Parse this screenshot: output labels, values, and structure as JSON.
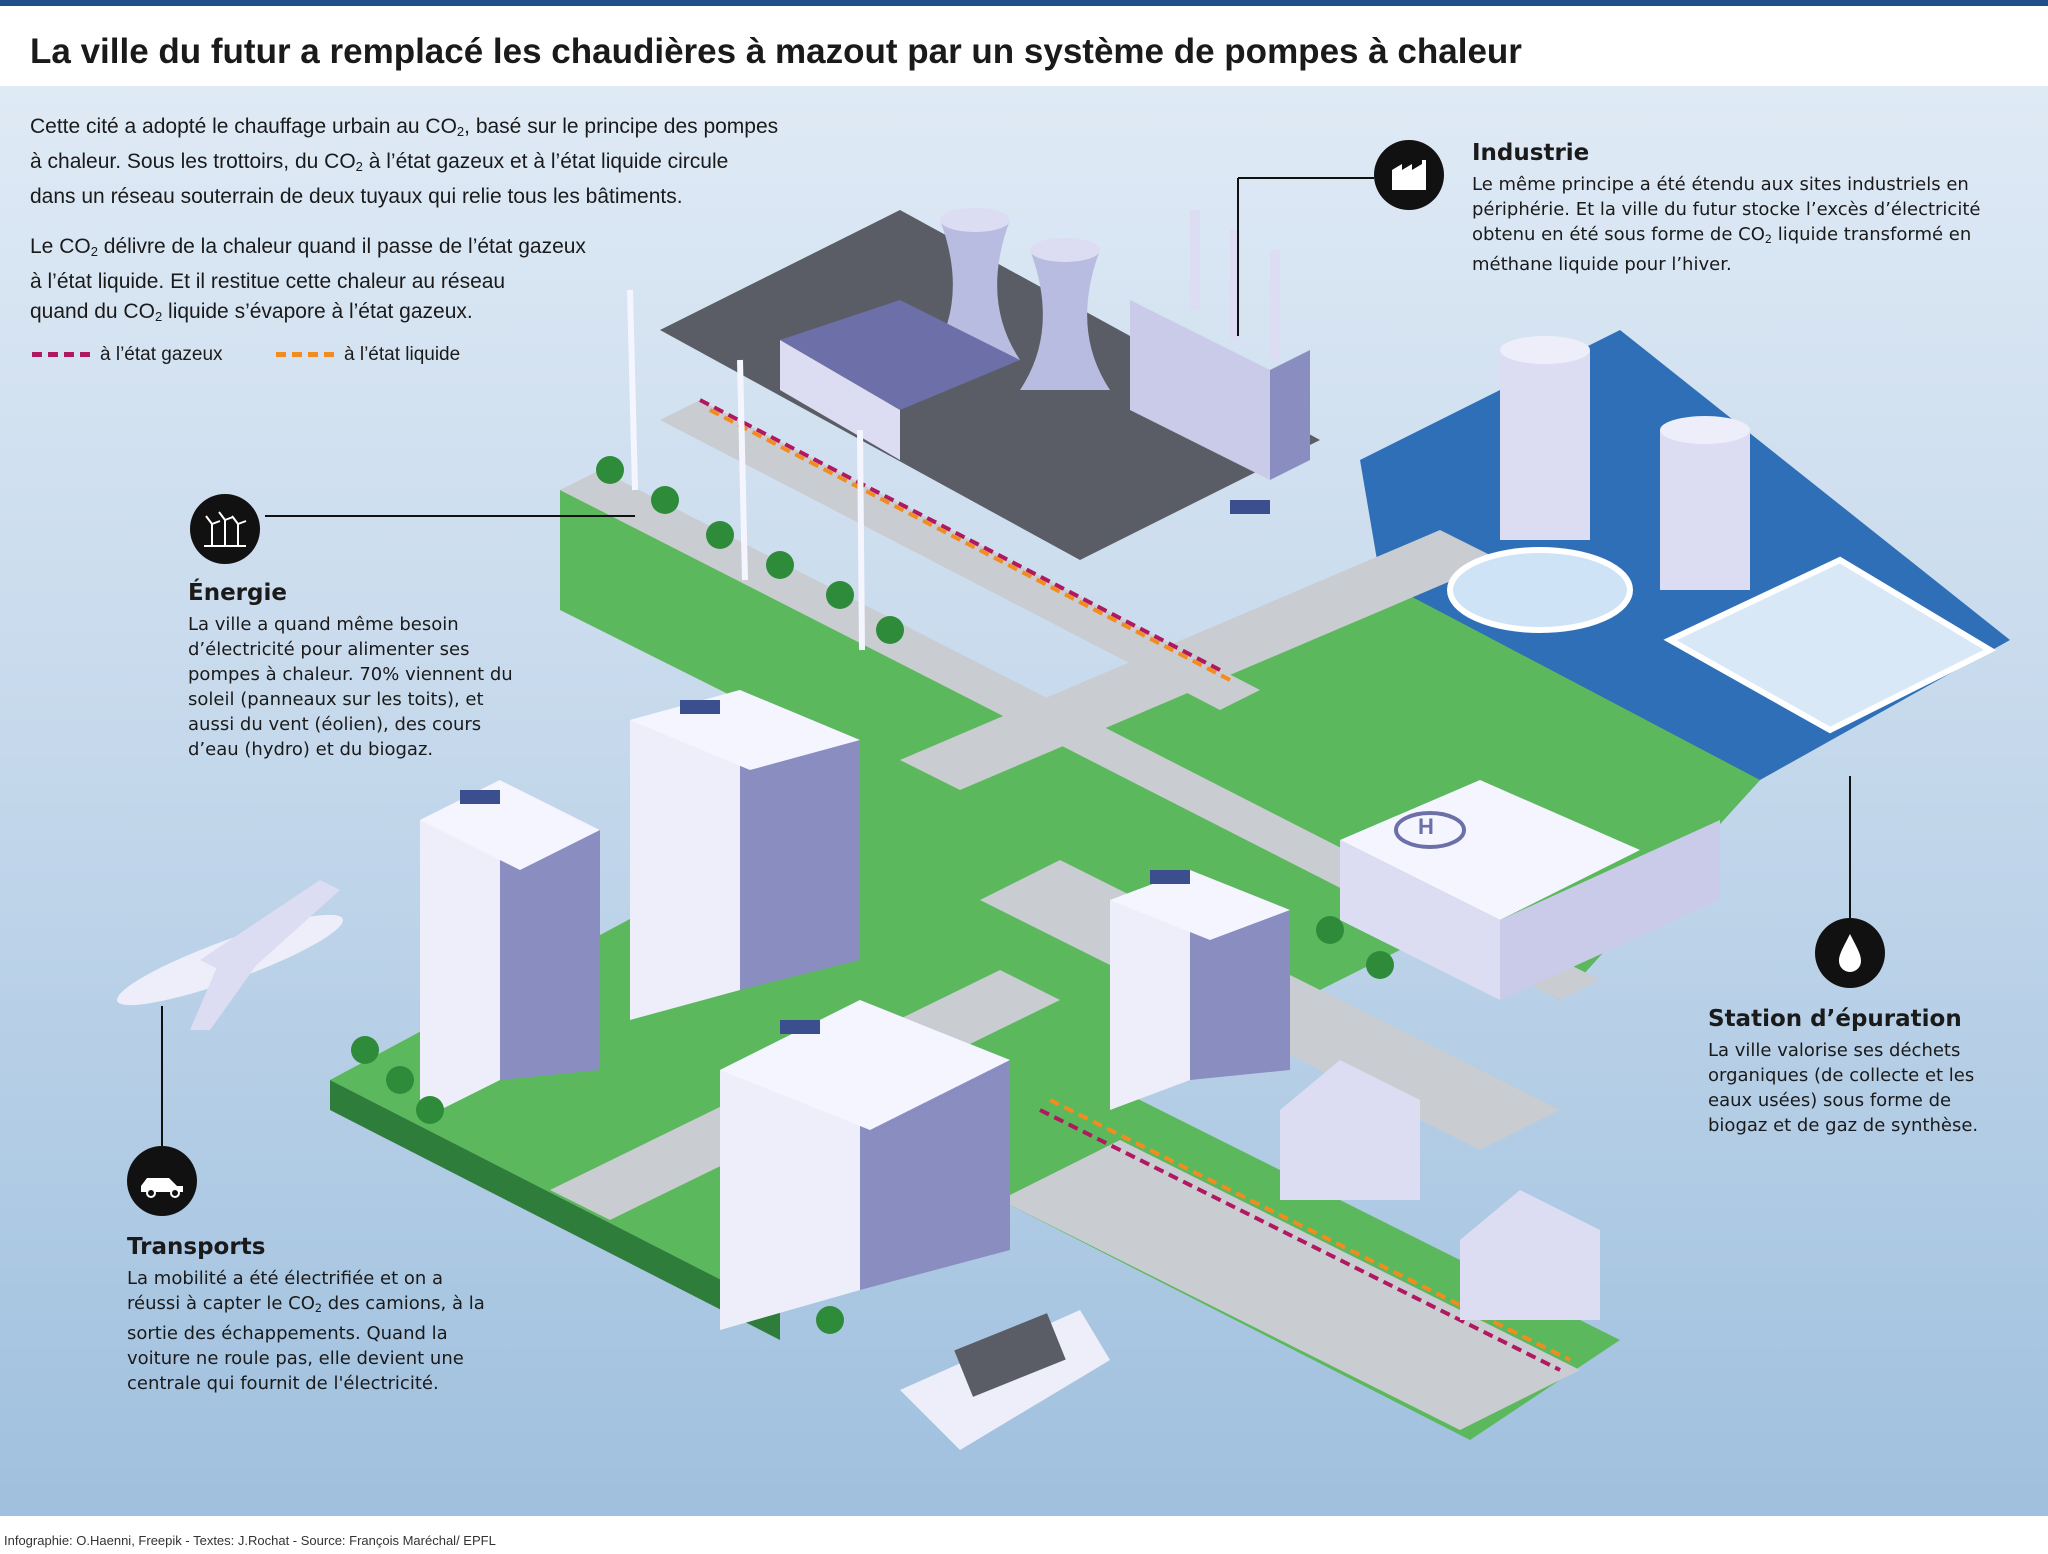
{
  "title": "La ville du futur a remplacé les chaudières à mazout par un système de pompes à chaleur",
  "intro": {
    "p1": [
      "Cette cité a adopté le chauffage urbain au CO",
      "2",
      ", basé sur le principe des pompes",
      "à chaleur. Sous les trottoirs, du CO",
      "2",
      " à l’état gazeux et à l’état liquide circule",
      "dans un réseau souterrain de deux tuyaux qui relie tous les bâtiments."
    ],
    "p2": [
      "Le CO",
      "2",
      " délivre de la chaleur quand il passe de l’état gazeux",
      "à l’état liquide. Et il restitue cette chaleur au réseau",
      "quand du CO",
      "2",
      " liquide s’évapore à l’état gazeux."
    ]
  },
  "legend": {
    "gas": {
      "label": "à l’état gazeux",
      "color": "#b0185f"
    },
    "liquid": {
      "label": "à l’état liquide",
      "color": "#f28c1e"
    }
  },
  "industrie": {
    "heading": "Industrie",
    "lines": [
      "Le même principe a été étendu aux sites industriels en",
      "périphérie. Et la ville du futur stocke l’excès d’électricité",
      "obtenu en été sous forme de CO",
      "2",
      " liquide transformé en",
      "méthane liquide pour l’hiver."
    ],
    "icon": "factory-icon"
  },
  "energie": {
    "heading": "Énergie",
    "lines": [
      "La ville a quand même besoin",
      "d’électricité pour alimenter ses",
      "pompes à chaleur. 70% viennent du",
      "soleil (panneaux sur les toits), et",
      "aussi du vent (éolien), des cours",
      "d’eau (hydro) et du biogaz."
    ],
    "icon": "wind-turbine-icon"
  },
  "station": {
    "heading": "Station d’épuration",
    "lines": [
      "La ville valorise ses déchets",
      "organiques (de collecte et les",
      "eaux usées) sous forme de",
      "biogaz et de gaz de synthèse."
    ],
    "icon": "water-drop-icon"
  },
  "transports": {
    "heading": "Transports",
    "lines": [
      "La mobilité a été électrifiée et on a",
      "réussi à capter le CO",
      "2",
      " des camions, à la",
      "sortie des échappements. Quand la",
      "voiture ne roule pas, elle devient une",
      "centrale qui fournit de l'électricité."
    ],
    "icon": "car-icon"
  },
  "sign_letter": "H",
  "credit": "Infographie: O.Haenni, Freepik - Textes: J.Rochat - Source: François Maréchal/ EPFL",
  "colors": {
    "header_bar": "#1f4e8c",
    "grass": "#5cb85c",
    "road": "#c9ccd1",
    "water": "#2f6fb8",
    "building": "#dcdcf2",
    "building_dark": "#6c6fa8"
  }
}
